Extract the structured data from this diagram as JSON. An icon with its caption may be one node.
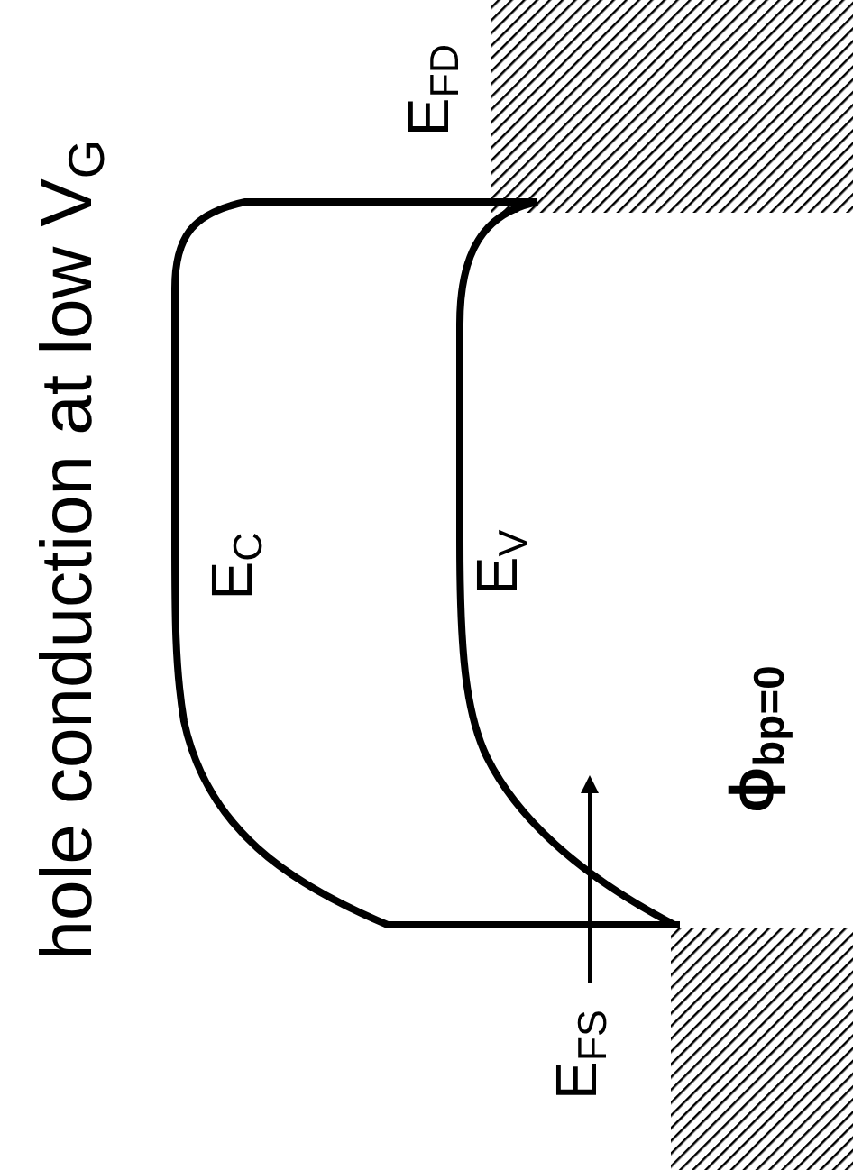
{
  "diagram": {
    "title": "hole conduction at low V$_{G}$",
    "labels": [
      "E$_{FD}$",
      "E$_{C}$",
      "E$_{V}$",
      "ϕ$_{bp=0}$",
      "E$_{FS}$"
    ]
  }
}
